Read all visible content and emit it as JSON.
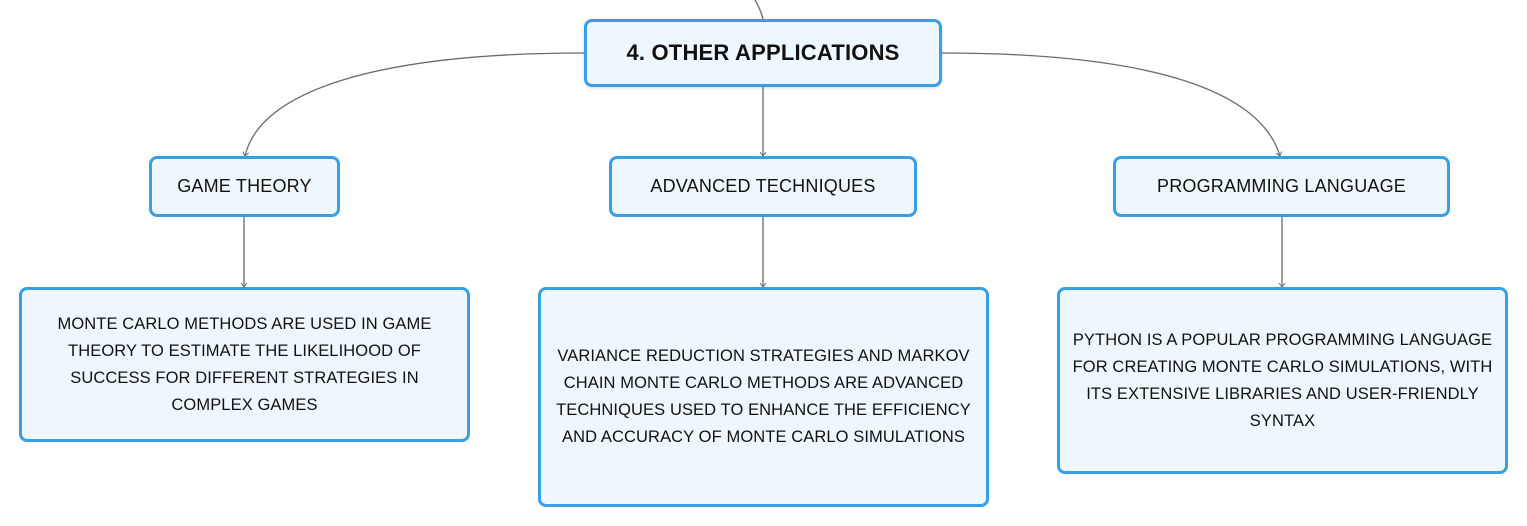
{
  "root": {
    "label": "4. OTHER APPLICATIONS"
  },
  "topics": [
    {
      "label": "GAME THEORY",
      "detail": "MONTE CARLO METHODS ARE USED IN GAME THEORY TO ESTIMATE THE LIKELIHOOD OF SUCCESS FOR DIFFERENT STRATEGIES IN COMPLEX GAMES"
    },
    {
      "label": "ADVANCED TECHNIQUES",
      "detail": "VARIANCE REDUCTION STRATEGIES AND MARKOV CHAIN MONTE CARLO METHODS ARE ADVANCED TECHNIQUES USED TO ENHANCE THE EFFICIENCY AND ACCURACY OF MONTE CARLO SIMULATIONS"
    },
    {
      "label": "PROGRAMMING LANGUAGE",
      "detail": "PYTHON IS A POPULAR PROGRAMMING LANGUAGE FOR CREATING MONTE CARLO SIMULATIONS, WITH ITS EXTENSIVE LIBRARIES AND USER-FRIENDLY SYNTAX"
    }
  ],
  "colors": {
    "node_border": "#3a9ee4",
    "node_fill": "#eef7fe",
    "connector": "#6b6b6b"
  }
}
